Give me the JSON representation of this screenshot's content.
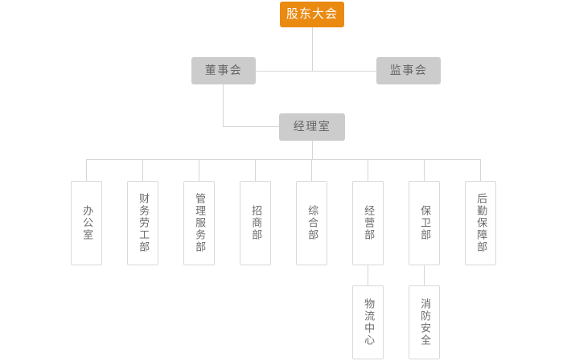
{
  "chart_title": "",
  "colors": {
    "accent": "#ea8a11",
    "node_fill": "#cccccc",
    "node_text": "#666666",
    "outline_border": "#d9d9d9",
    "outline_text": "#6b6b6b",
    "line": "#d6d6d6",
    "background": "#ffffff"
  },
  "levels": {
    "level1": {
      "label": "股东大会"
    },
    "level2": {
      "left": "董事会",
      "right": "监事会"
    },
    "level3": {
      "label": "经理室"
    },
    "departments": [
      {
        "label": "办公室"
      },
      {
        "label": "财务劳工部"
      },
      {
        "label": "管理服务部"
      },
      {
        "label": "招商部"
      },
      {
        "label": "综合部"
      },
      {
        "label": "经营部"
      },
      {
        "label": "保卫部"
      },
      {
        "label": "后勤保障部"
      }
    ],
    "subunits": [
      {
        "label": "物流中心",
        "parent": "经营部"
      },
      {
        "label": "消防安全",
        "parent": "保卫部"
      }
    ]
  }
}
